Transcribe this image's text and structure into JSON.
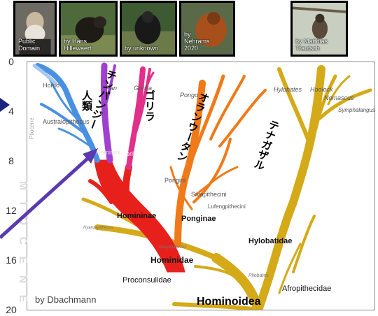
{
  "photos": [
    {
      "caption": "Public\nDomain",
      "border": "#5aa0e0"
    },
    {
      "caption": "by Hans\nHillewaert",
      "border": "#a070c0"
    },
    {
      "caption": "by unknown",
      "border": "#e070c0"
    },
    {
      "caption": "by\nNehrams\n2020",
      "border": "#f0a050"
    },
    {
      "caption": "by Matthias\nTrautsch",
      "border": "#f0e060"
    }
  ],
  "axis": {
    "ticks": [
      "0",
      "4",
      "8",
      "12",
      "16",
      "20"
    ],
    "epoch_pliocene": "Pliocene",
    "epoch_miocene": "M I O C E N E"
  },
  "labels": {
    "homo": "Homo",
    "australopithecus": "Australopithecus",
    "pan": "Pan",
    "gorilla": "Gorilla",
    "pongo": "Pongo",
    "hominini": "Hominini",
    "gorillini": "Gorillini",
    "pongini": "Pongini",
    "sivapithecini": "Sivapithecini",
    "lufengpithecini": "Lufengpithecini",
    "homininae": "Homininae",
    "ponginae": "Ponginae",
    "hominidae": "Hominidae",
    "hylobatidae": "Hylobatidae",
    "proconsulidae": "Proconsulidae",
    "afropithecidae": "Afropithecidae",
    "hominoidea": "Hominoidea",
    "hylobates": "Hylobates",
    "hoolock": "Hoolock",
    "nomascus": "Nomascus",
    "symphalangus": "Symphalangus",
    "pliobates": "Pliobates",
    "kenyapithecus": "Kenyapithecus",
    "nyanzapithecus": "Nyanzapithecus"
  },
  "japanese": {
    "human": "人類",
    "chimpanzee": "チンパンジー",
    "gorilla": "ゴリラ",
    "orangutan": "オランウータン",
    "gibbon": "テナガザル"
  },
  "credit": "by Dbachmann",
  "colors": {
    "homo": "#4a90e2",
    "pan": "#a040d0",
    "gorilla": "#e0308a",
    "homininae": "#e8201c",
    "ponginae": "#f07a18",
    "hominoidea": "#d4aa18",
    "arrow": "#5a3ab0"
  }
}
